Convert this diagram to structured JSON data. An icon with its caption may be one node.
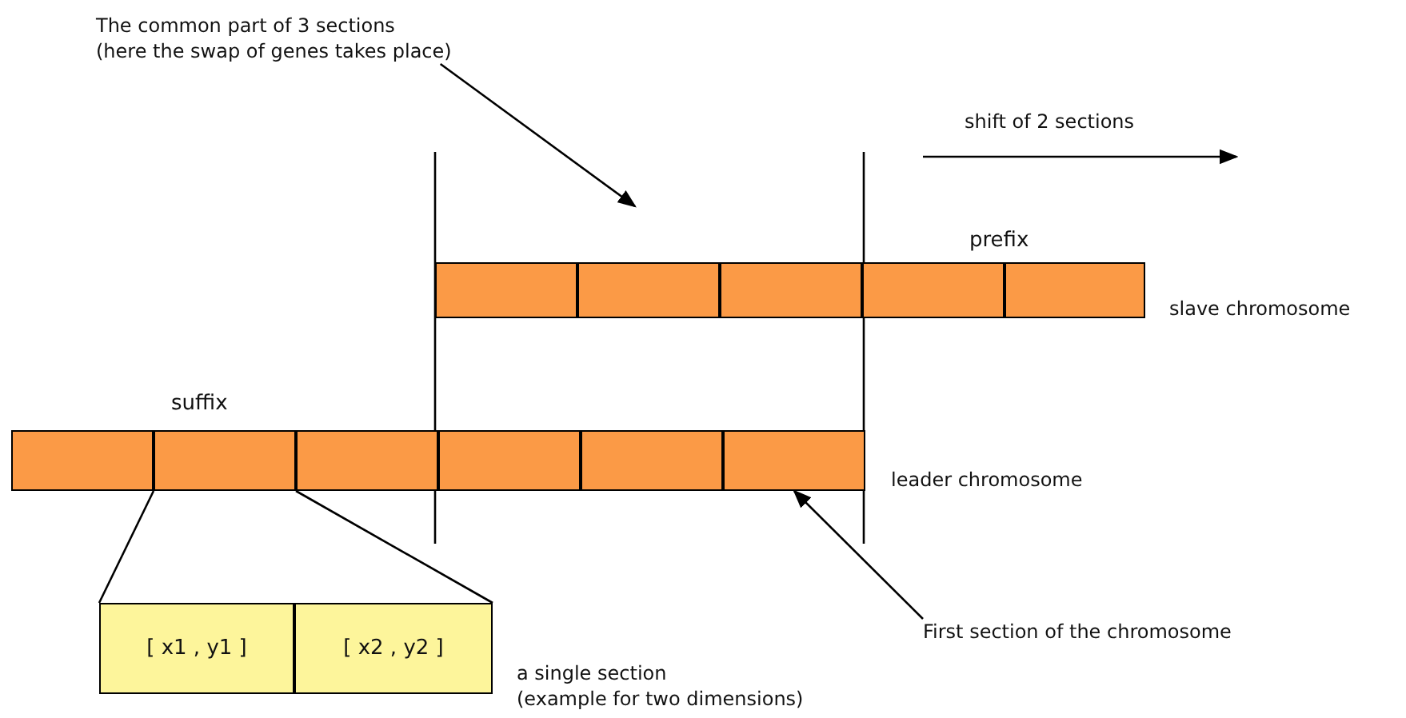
{
  "diagram": {
    "nodes": [
      {
        "text": [
          "The common part of 3 sections (here the swap of genes takes place)"
        ]
      },
      {
        "text": [],
        "shape": "box"
      },
      {
        "text": [],
        "shape": "box"
      },
      {
        "text": [],
        "shape": "box"
      },
      {
        "text": [],
        "shape": "box"
      },
      {
        "text": [],
        "shape": "box"
      },
      {
        "text": [],
        "shape": "box"
      },
      {
        "text": [],
        "shape": "box"
      },
      {
        "text": [],
        "shape": "box"
      },
      {
        "text": [],
        "shape": "box"
      },
      {
        "text": [],
        "shape": "box"
      },
      {
        "text": [],
        "shape": "box"
      },
      {
        "text": [
          "[ x1 , y1 ]"
        ]
      },
      {
        "text": [
          "[ x2 , y2 ]"
        ]
      },
      {
        "text": [
          "First section of the chromosome"
        ]
      }
    ],
    "edges": [
      {
        "from": 0,
        "to": null,
        "arrow": "to"
      },
      {
        "from": 14,
        "to": 11,
        "arrow": "to"
      },
      {
        "from": 7,
        "to": 12,
        "arrow": "none"
      },
      {
        "from": 7,
        "to": 13,
        "arrow": "none"
      }
    ],
    "labels": [
      "shift of 2 sections",
      "prefix",
      "slave chromosome",
      "suffix",
      "leader chromosome",
      "a single section (example for two dimensions)"
    ]
  }
}
